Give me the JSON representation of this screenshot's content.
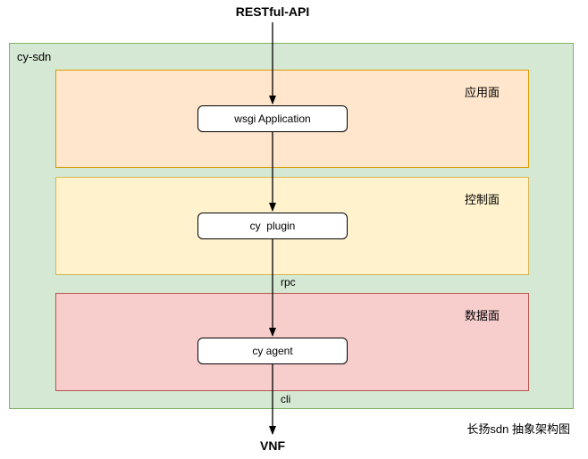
{
  "diagram": {
    "api_label": "RESTful-API",
    "container": {
      "label": "cy-sdn"
    },
    "planes": [
      {
        "label": "应用面",
        "node": "wsgi Application"
      },
      {
        "label": "控制面",
        "node": "cy  plugin"
      },
      {
        "label": "数据面",
        "node": "cy agent"
      }
    ],
    "connections": [
      {
        "label": "rpc"
      },
      {
        "label": "cli"
      }
    ],
    "sink_label": "VNF",
    "caption": "长扬sdn 抽象架构图"
  },
  "colors": {
    "containerFill": "#d5e8d4",
    "containerStroke": "#82b366",
    "appFill": "#ffe6cc",
    "appStroke": "#d79b00",
    "ctrlFill": "#fff2cc",
    "ctrlStroke": "#d6b656",
    "dataFill": "#f8cecc",
    "dataStroke": "#b85450",
    "nodeFill": "#ffffff",
    "nodeStroke": "#000000",
    "arrow": "#000000",
    "text": "#000000"
  }
}
